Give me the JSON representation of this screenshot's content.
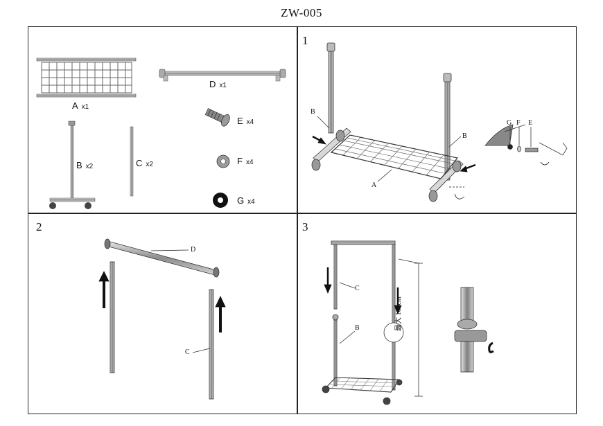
{
  "model": "ZW-005",
  "steps": [
    "1",
    "2",
    "3"
  ],
  "parts": [
    {
      "letter": "A",
      "qty": "x1"
    },
    {
      "letter": "D",
      "qty": "x1"
    },
    {
      "letter": "E",
      "qty": "x4"
    },
    {
      "letter": "B",
      "qty": "x2"
    },
    {
      "letter": "C",
      "qty": "x2"
    },
    {
      "letter": "F",
      "qty": "x4"
    },
    {
      "letter": "G",
      "qty": "x4"
    }
  ],
  "callouts": {
    "step1": [
      "B",
      "B",
      "A",
      "G",
      "F",
      "E"
    ],
    "step2": [
      "D",
      "C"
    ],
    "step3": [
      "C",
      "B"
    ]
  },
  "height_note": "最大 160cm"
}
